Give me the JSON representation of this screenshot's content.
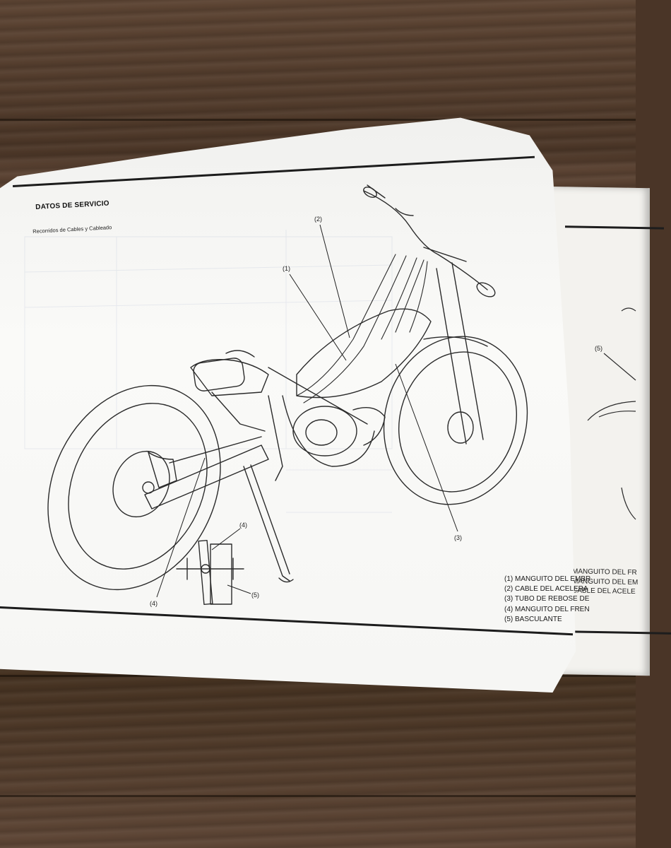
{
  "page": {
    "section_title": "DATOS DE SERVICIO",
    "subsection_title": "Recorridos de Cables y Cableado"
  },
  "diagram": {
    "subject": "motorcycle-cable-routing",
    "callouts": [
      "(1)",
      "(2)",
      "(3)",
      "(4)",
      "(5)",
      "(4)"
    ]
  },
  "legend_left": [
    "(1) MANGUITO DEL EMBR",
    "(2) CABLE DEL ACELERA",
    "(3) TUBO DE REBOSE DE",
    "(4) MANGUITO DEL FREN",
    "(5) BASCULANTE"
  ],
  "legend_right": [
    "MANGUITO DEL FR",
    "MANGUITO DEL EM",
    "CABLE DEL ACELE"
  ],
  "right_page": {
    "callout": "(5)"
  }
}
